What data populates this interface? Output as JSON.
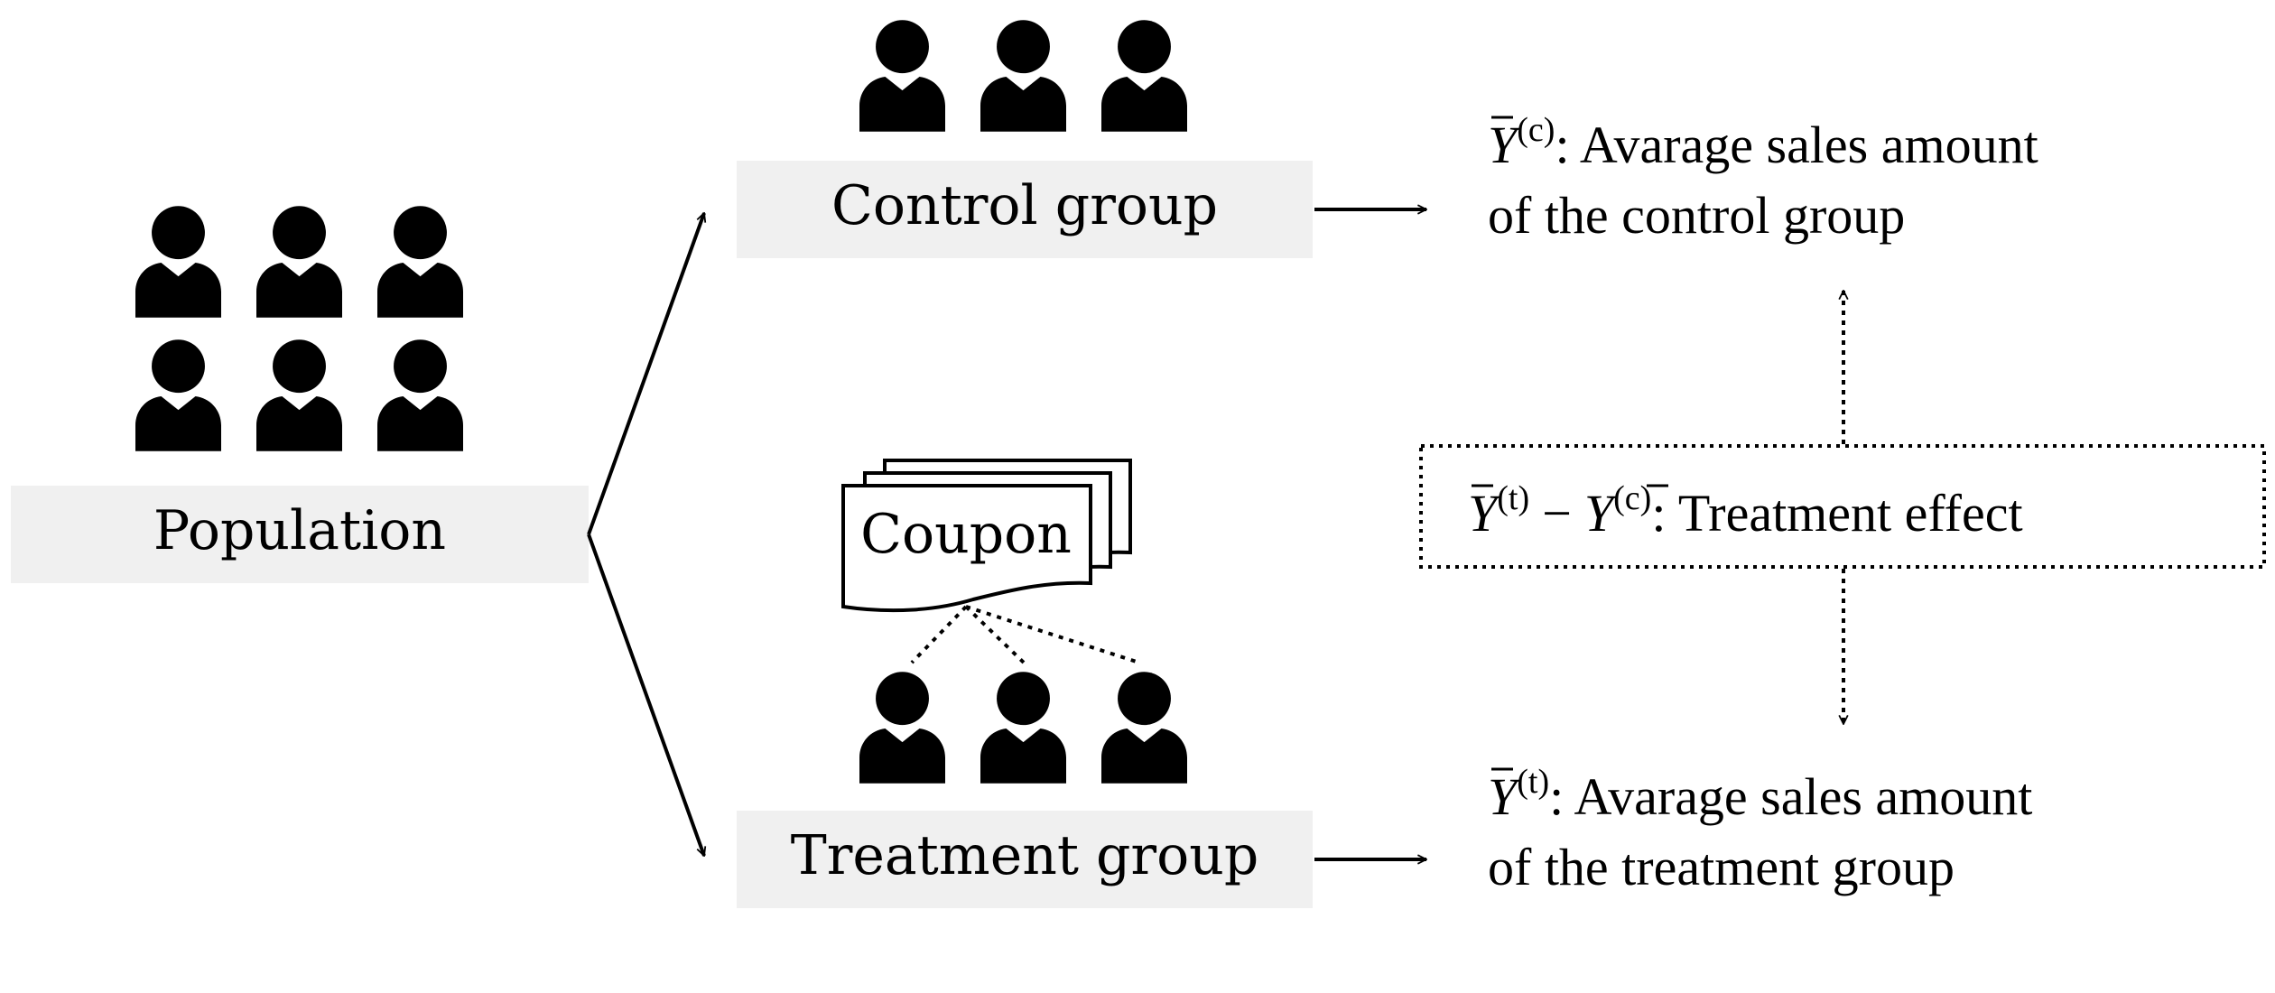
{
  "population": {
    "label": "Population"
  },
  "control": {
    "label": "Control group",
    "outcome": {
      "symbol": "Y",
      "superscript": "(c)",
      "line1": ": Avarage sales amount",
      "line2": "of the control group"
    }
  },
  "treatment": {
    "label": "Treatment group",
    "outcome": {
      "symbol": "Y",
      "superscript": "(t)",
      "line1": ": Avarage sales amount",
      "line2": "of the treatment group"
    }
  },
  "coupon": {
    "label": "Coupon"
  },
  "effect": {
    "symbol": "Y",
    "superscript_t": "(t)",
    "minus": "−",
    "superscript_c": "(c)",
    "text": ": Treatment effect"
  },
  "icons": {
    "person": "person-icon",
    "coupon": "coupon-stack-icon"
  },
  "colors": {
    "box_fill": "#f0f0f0",
    "ink": "#000000"
  }
}
